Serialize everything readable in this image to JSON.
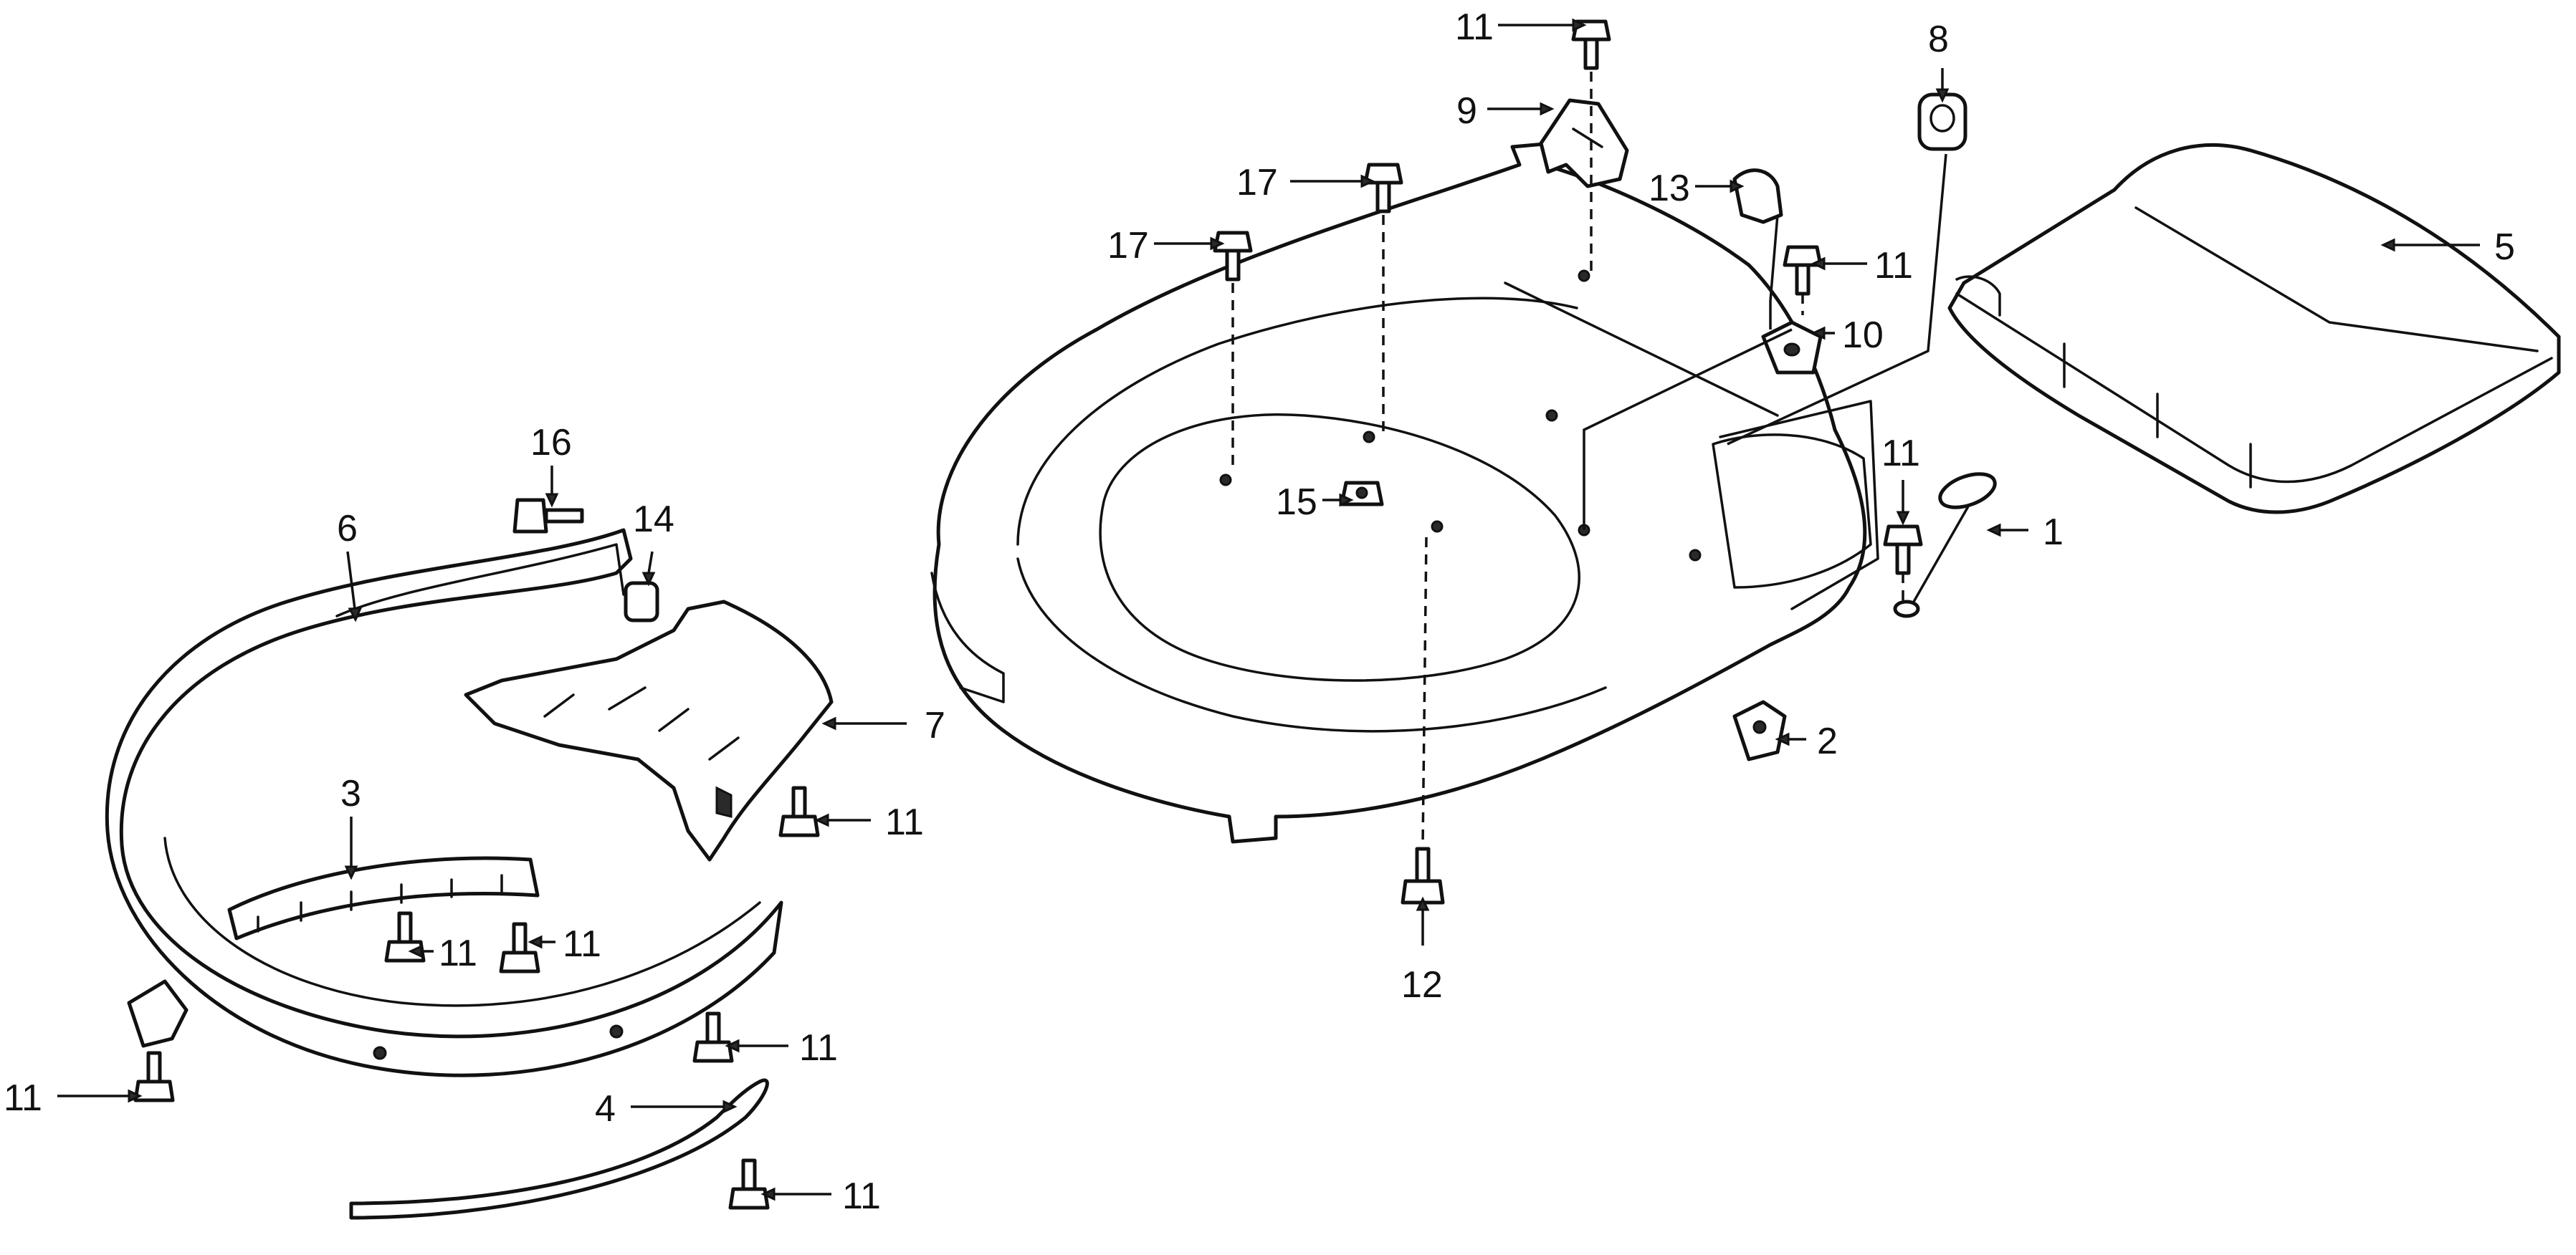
{
  "callouts": {
    "c1": "1",
    "c2": "2",
    "c3": "3",
    "c4": "4",
    "c5": "5",
    "c6": "6",
    "c7": "7",
    "c8": "8",
    "c9": "9",
    "c10": "10",
    "c11": "11",
    "c12": "12",
    "c13": "13",
    "c14": "14",
    "c15": "15",
    "c16": "16",
    "c17": "17"
  },
  "colors": {
    "ink": "#111111",
    "paper": "#ffffff"
  }
}
